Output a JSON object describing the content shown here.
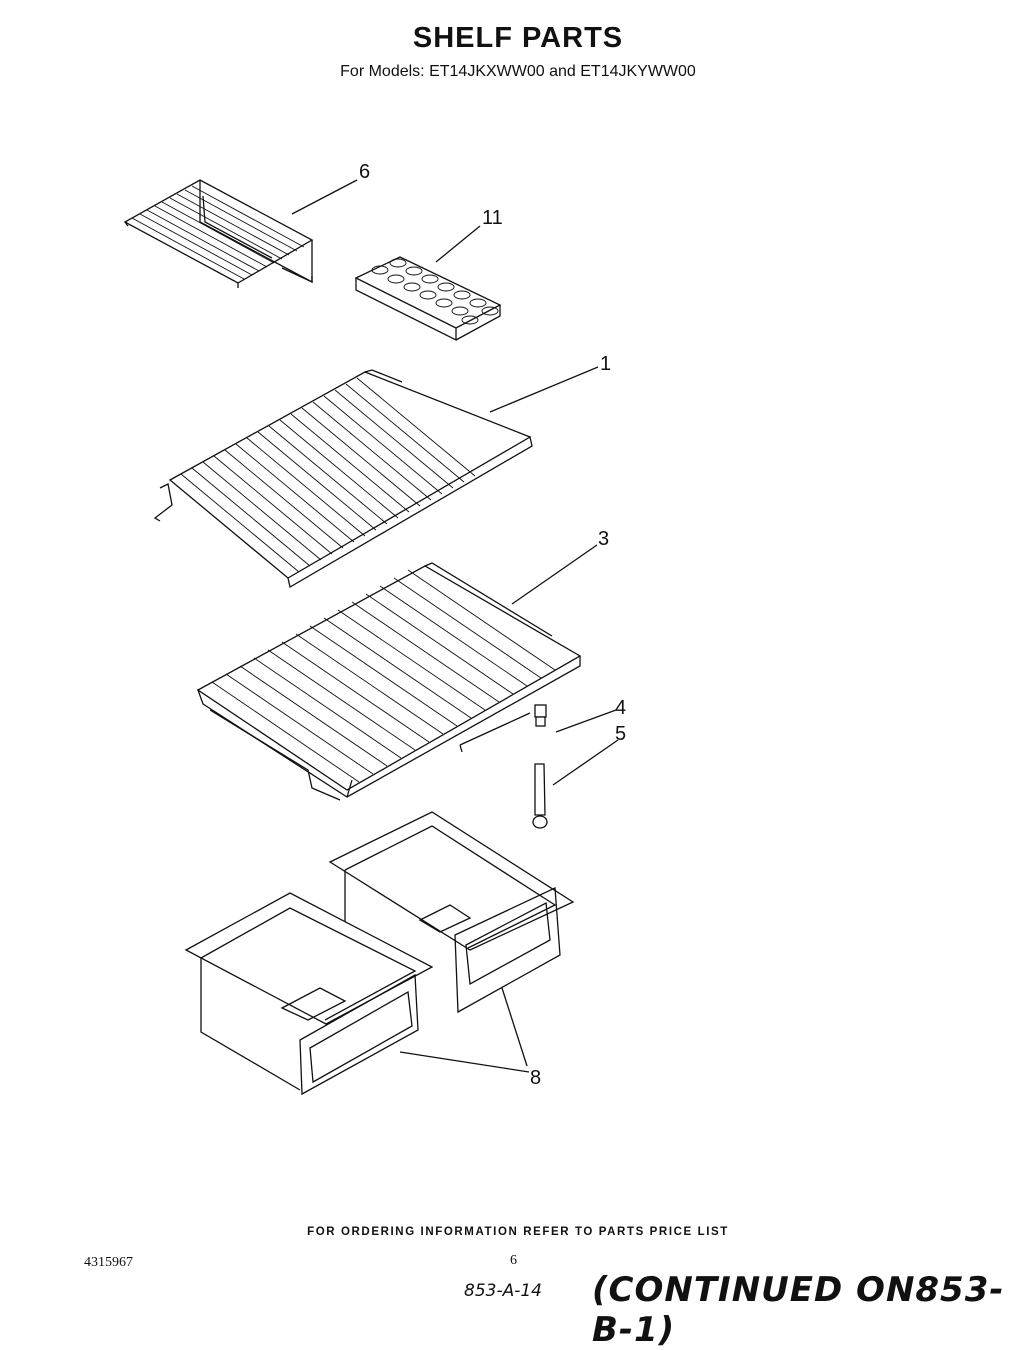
{
  "header": {
    "title": "SHELF PARTS",
    "subtitle": "For Models: ET14JKXWW00 and ET14JKYWW00"
  },
  "callouts": {
    "c6": "6",
    "c11": "11",
    "c1": "1",
    "c3": "3",
    "c4": "4",
    "c5": "5",
    "c8": "8"
  },
  "footer": {
    "ordering_info": "FOR ORDERING INFORMATION REFER TO PARTS PRICE LIST",
    "document_number": "4315967",
    "page_number": "6",
    "page_code": "853-A-14",
    "continued_note": "(CONTINUED ON853-B-1)"
  }
}
